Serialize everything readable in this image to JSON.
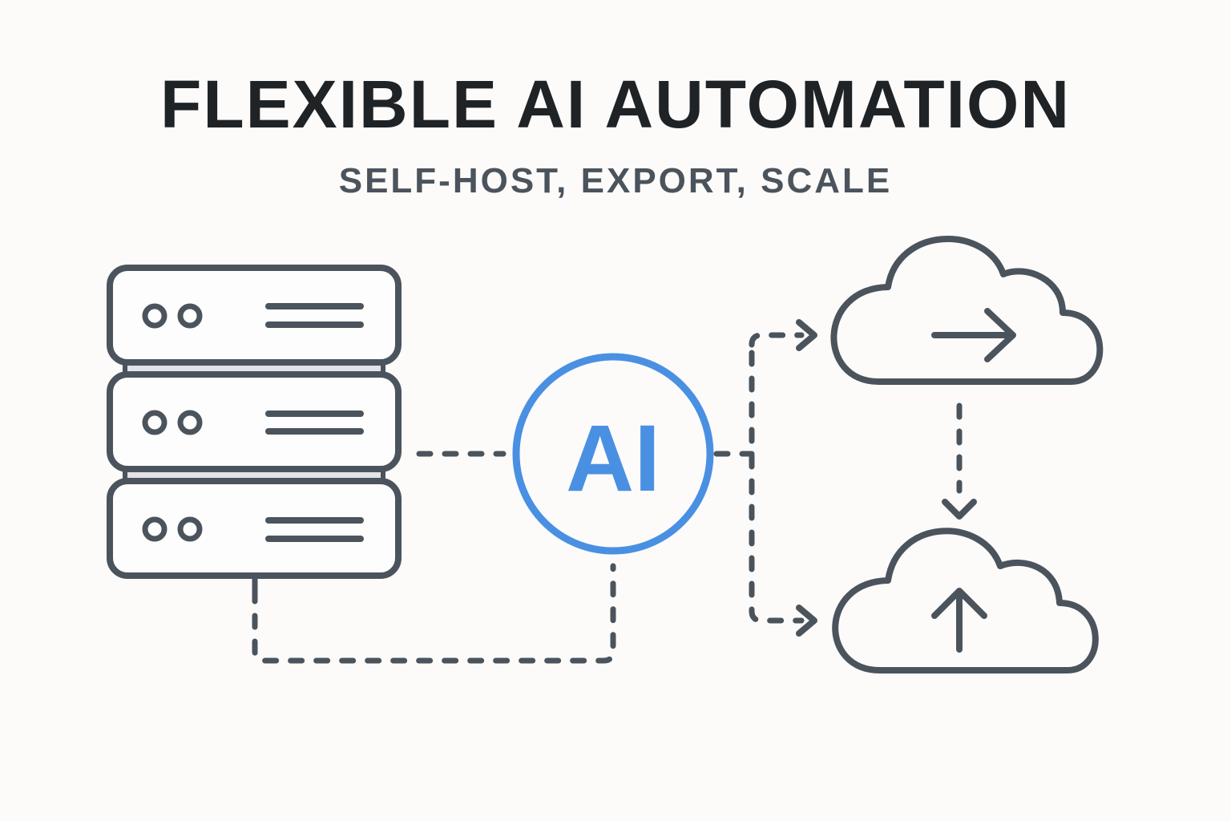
{
  "header": {
    "title": "FLEXIBLE AI AUTOMATION",
    "subtitle": "SELF-HOST, EXPORT, SCALE"
  },
  "diagram": {
    "nodes": {
      "server_stack": {
        "icon": "server-stack-icon",
        "units": 3
      },
      "ai_hub": {
        "label": "AI",
        "icon": "ai-circle-icon"
      },
      "cloud_export": {
        "icon": "cloud-arrow-right-icon"
      },
      "cloud_upload": {
        "icon": "cloud-arrow-up-icon"
      }
    },
    "connections": [
      {
        "from": "server_stack",
        "to": "ai_hub",
        "style": "dashed"
      },
      {
        "from": "server_stack",
        "to": "ai_hub",
        "style": "dashed-loop-bottom"
      },
      {
        "from": "ai_hub",
        "to": "cloud_export",
        "style": "dashed-arrow"
      },
      {
        "from": "ai_hub",
        "to": "cloud_upload",
        "style": "dashed-arrow"
      },
      {
        "from": "cloud_export",
        "to": "cloud_upload",
        "style": "dashed-arrow"
      }
    ]
  },
  "colors": {
    "background": "#fcfbfa",
    "title": "#1f2326",
    "subtitle": "#4b545c",
    "line": "#4b545c",
    "accent": "#4a90e2"
  }
}
